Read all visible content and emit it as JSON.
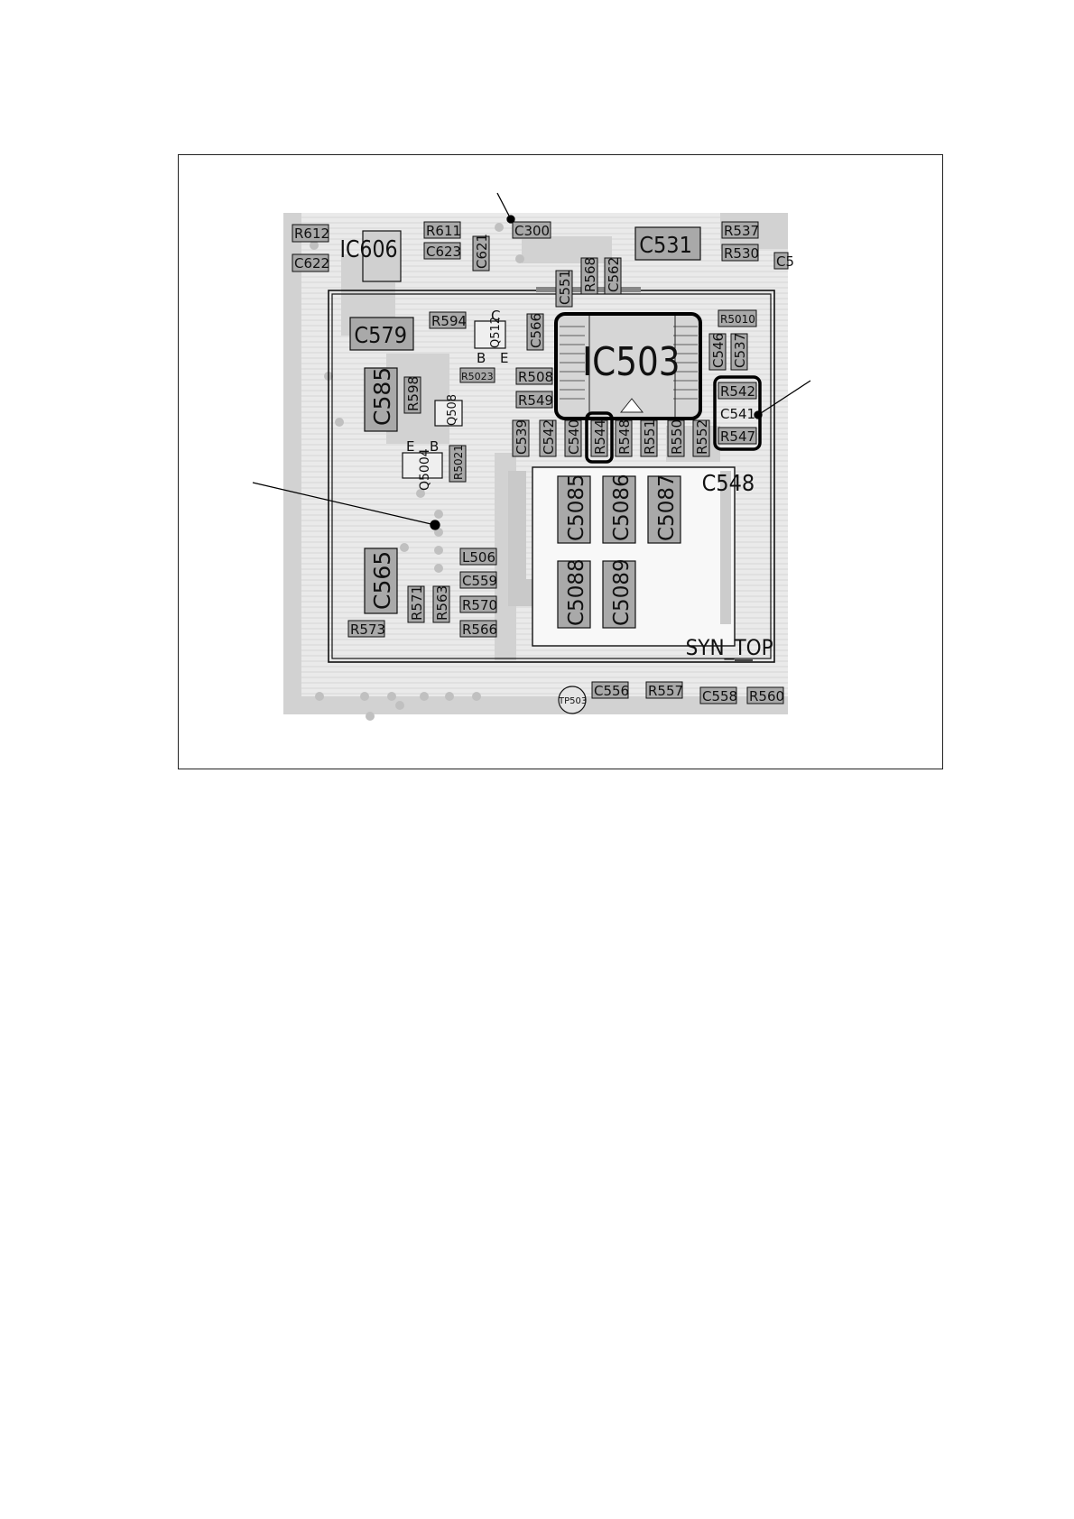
{
  "title": "",
  "colors": {
    "board_fill": "#e9e9e9",
    "trace": "#c4c4c4",
    "component_fill": "#a9a9a9",
    "outline": "#111111",
    "annotation": "#000000"
  },
  "board": {
    "section_label": "SYN_TOP",
    "tp_label": "TP503"
  },
  "components": {
    "R612": "R612",
    "IC606": "IC606",
    "R611": "R611",
    "C623": "C623",
    "C621": "C621",
    "C300": "C300",
    "C531": "C531",
    "R537": "R537",
    "R530": "R530",
    "C5x": "C5",
    "C622": "C622",
    "C551": "C551",
    "R568": "R568",
    "C562": "C562",
    "C579": "C579",
    "R594": "R594",
    "Q512": "Q512",
    "C566": "C566",
    "IC503": "IC503",
    "R5010": "R5010",
    "C546": "C546",
    "C537": "C537",
    "C585": "C585",
    "R598": "R598",
    "R5023": "R5023",
    "R508": "R508",
    "R549": "R549",
    "Q508": "Q508",
    "R542": "R542",
    "C541": "C541",
    "R547": "R547",
    "C539": "C539",
    "C542": "C542",
    "C540": "C540",
    "R544": "R544",
    "R548": "R548",
    "R551": "R551",
    "R550": "R550",
    "R552": "R552",
    "Q5004": "Q5004",
    "R5021": "R5021",
    "C548": "C548",
    "C5085": "C5085",
    "C5086": "C5086",
    "C5087": "C5087",
    "L506": "L506",
    "C565": "C565",
    "C559": "C559",
    "R571": "R571",
    "R563": "R563",
    "R570": "R570",
    "R573": "R573",
    "R566": "R566",
    "C5088": "C5088",
    "C5089": "C5089",
    "C556": "C556",
    "R557": "R557",
    "C558": "C558",
    "R560": "R560"
  },
  "pin_labels": {
    "q512_c": "C",
    "q512_b": "B",
    "q512_e": "E",
    "q5004_e": "E",
    "q5004_b": "B"
  }
}
